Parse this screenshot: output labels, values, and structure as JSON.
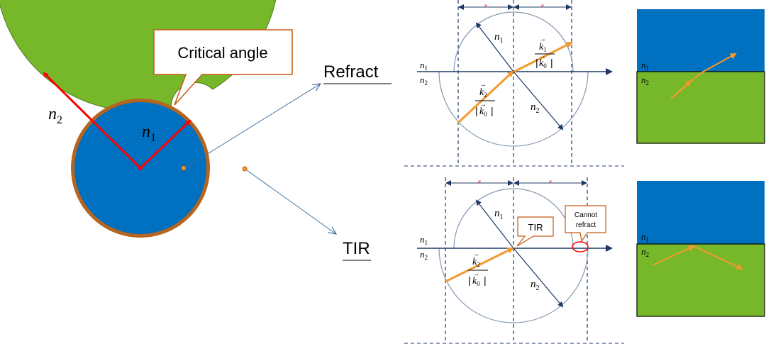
{
  "left": {
    "callout": "Critical angle",
    "outer_index": {
      "sym": "n",
      "sub": "2"
    },
    "inner_index": {
      "sym": "n",
      "sub": "1"
    },
    "refract_label": "Refract",
    "tir_label": "TIR"
  },
  "diagram_top": {
    "n1": {
      "sym": "n",
      "sub": "1"
    },
    "n2": {
      "sym": "n",
      "sub": "2"
    },
    "k1": {
      "sym": "k",
      "sub": "1"
    },
    "k2": {
      "sym": "k",
      "sub": "2"
    },
    "k0": {
      "sym": "k",
      "sub": "0"
    },
    "equal_mark": "″"
  },
  "diagram_bottom": {
    "n1": {
      "sym": "n",
      "sub": "1"
    },
    "n2": {
      "sym": "n",
      "sub": "2"
    },
    "k2": {
      "sym": "k",
      "sub": "2"
    },
    "k0": {
      "sym": "k",
      "sub": "0"
    },
    "tir_box": "TIR",
    "cannot_line1": "Cannot",
    "cannot_line2": "refract",
    "equal_mark": "″"
  },
  "panel_top": {
    "n1": {
      "sym": "n",
      "sub": "1"
    },
    "n2": {
      "sym": "n",
      "sub": "2"
    }
  },
  "panel_bottom": {
    "n1": {
      "sym": "n",
      "sub": "1"
    },
    "n2": {
      "sym": "n",
      "sub": "2"
    }
  },
  "colors": {
    "green": "#76b82a",
    "blue": "#0070c0",
    "brown": "#b5651d",
    "red": "#ff0000",
    "orange": "#f39a2e",
    "navy": "#1f3864",
    "circle": "#8497b0"
  }
}
